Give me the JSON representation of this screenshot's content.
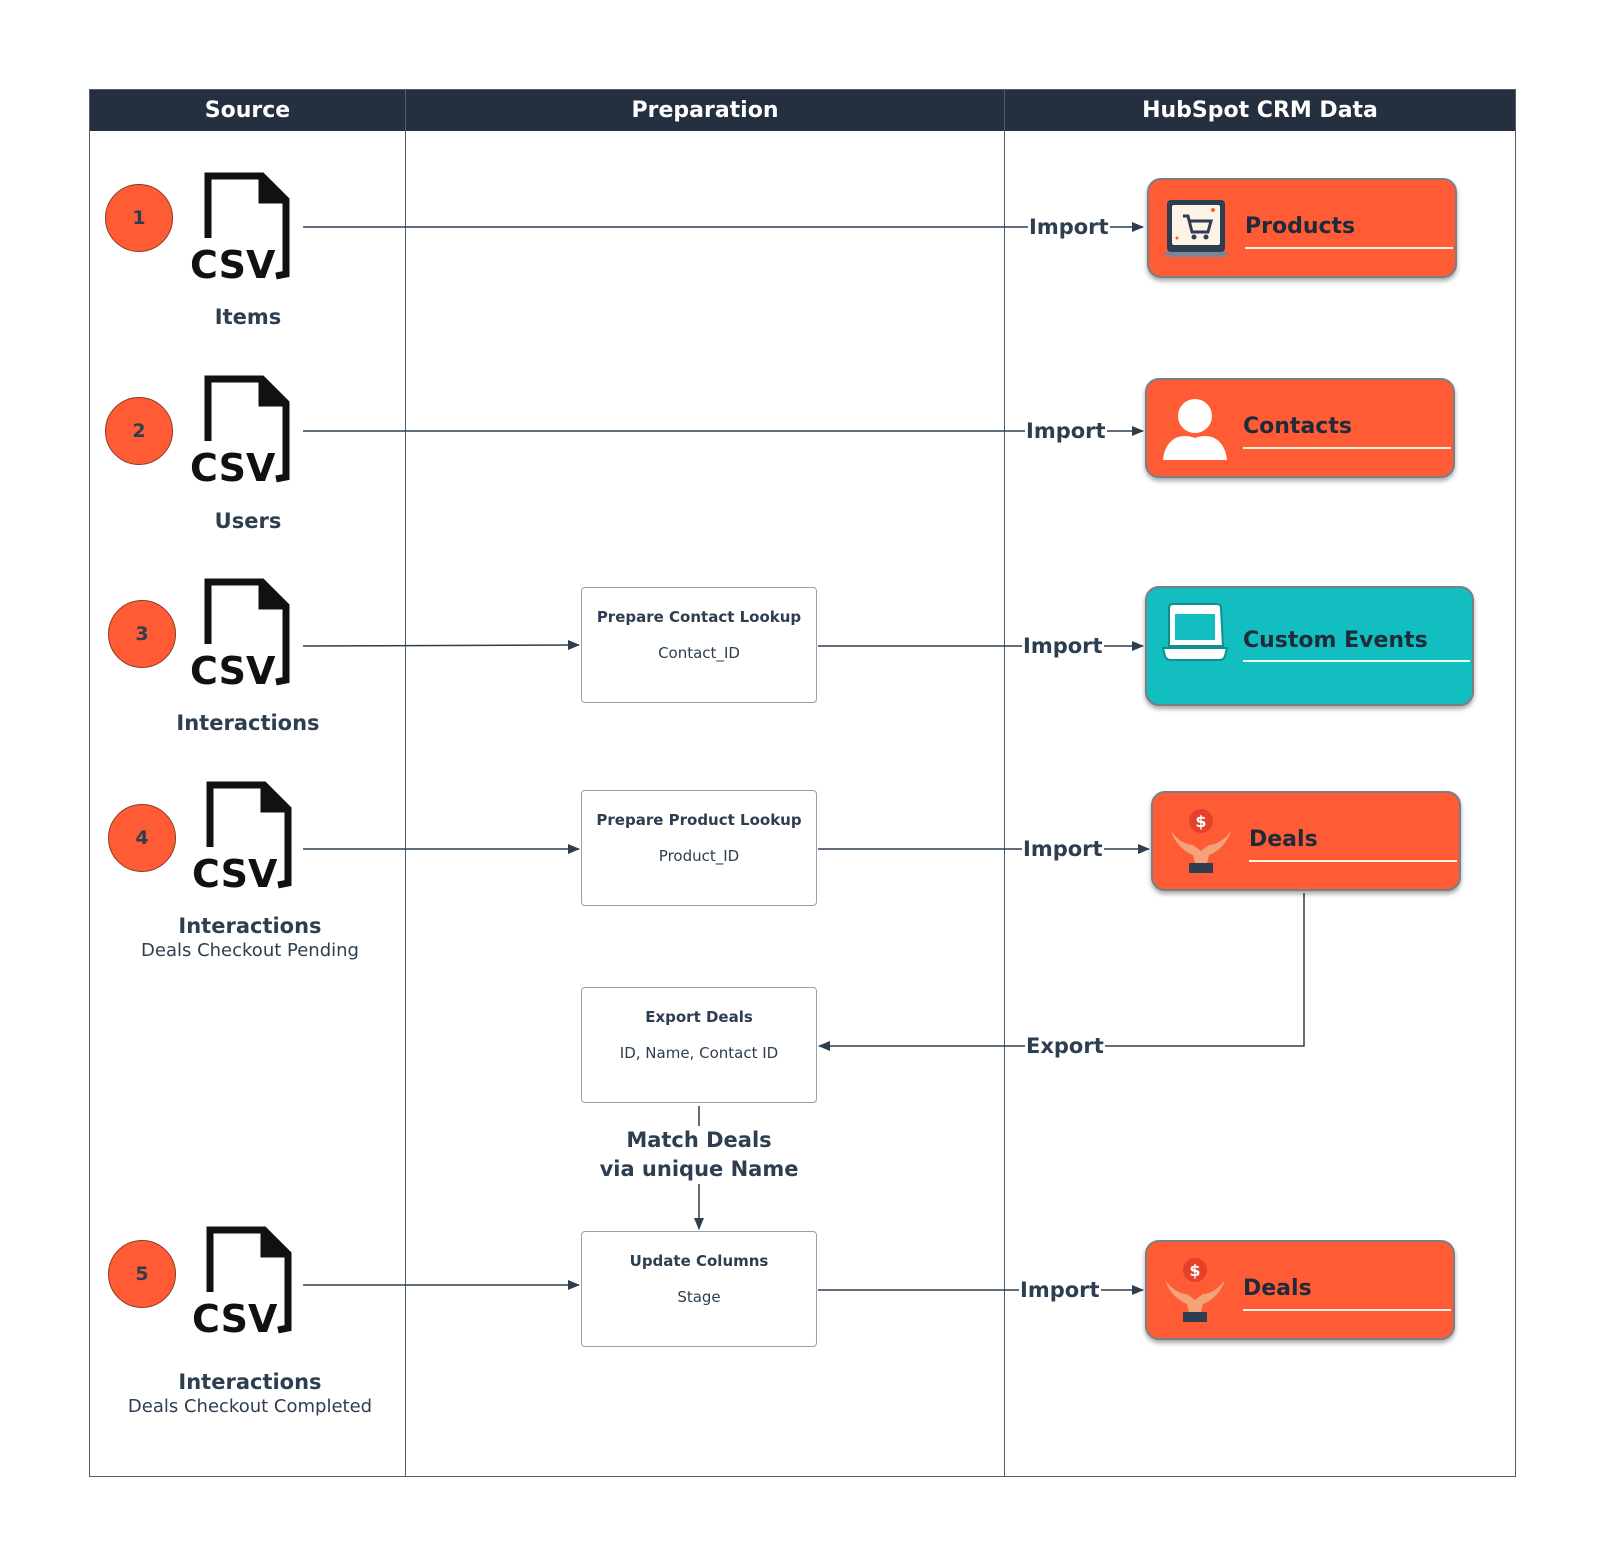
{
  "lanes": {
    "source": "Source",
    "preparation": "Preparation",
    "crm": "HubSpot CRM Data"
  },
  "sources": [
    {
      "number": "1",
      "icon_text": "CSV",
      "label": "Items",
      "sublabel": ""
    },
    {
      "number": "2",
      "icon_text": "CSV",
      "label": "Users",
      "sublabel": ""
    },
    {
      "number": "3",
      "icon_text": "CSV",
      "label": "Interactions",
      "sublabel": ""
    },
    {
      "number": "4",
      "icon_text": "CSV",
      "label": "Interactions",
      "sublabel": "Deals Checkout Pending"
    },
    {
      "number": "5",
      "icon_text": "CSV",
      "label": "Interactions",
      "sublabel": "Deals Checkout Completed"
    }
  ],
  "preparation": [
    {
      "title": "Prepare Contact Lookup",
      "field": "Contact_ID"
    },
    {
      "title": "Prepare Product Lookup",
      "field": "Product_ID"
    },
    {
      "title": "Export Deals",
      "field": "ID, Name, Contact ID"
    },
    {
      "title": "Update Columns",
      "field": "Stage"
    }
  ],
  "match_label": [
    "Match Deals",
    "via unique Name"
  ],
  "edge_labels": {
    "import": "Import",
    "export": "Export"
  },
  "crm_objects": [
    {
      "label": "Products",
      "icon": "shopping-cart-icon",
      "color": "#ff5c35"
    },
    {
      "label": "Contacts",
      "icon": "user-icon",
      "color": "#ff5c35"
    },
    {
      "label": "Custom Events",
      "icon": "laptop-icon",
      "color": "#13bec0"
    },
    {
      "label": "Deals",
      "icon": "deal-hands-icon",
      "color": "#ff5c35"
    },
    {
      "label": "Deals",
      "icon": "deal-hands-icon",
      "color": "#ff5c35"
    }
  ]
}
